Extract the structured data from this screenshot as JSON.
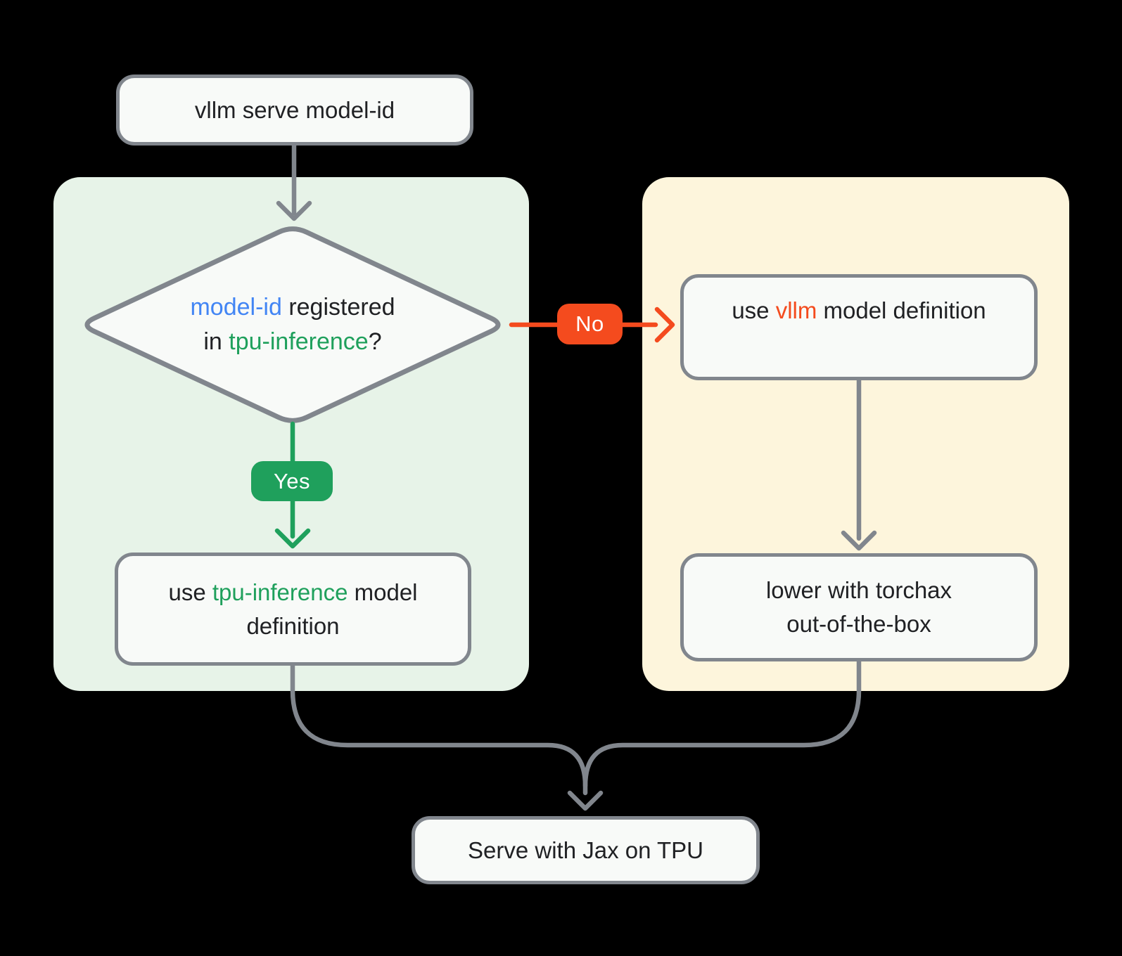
{
  "colors": {
    "background": "#000000",
    "panel_green": "#E7F3E8",
    "panel_yellow": "#FDF5DC",
    "node_fill": "#F8FAF8",
    "node_border": "#81868D",
    "arrow_gray": "#81868D",
    "accent_green": "#1FA05C",
    "accent_orange": "#F44B1E",
    "accent_blue": "#4285F4",
    "text_dark": "#202124",
    "badge_text": "#FFFFFF"
  },
  "nodes": {
    "start": {
      "label": "vllm serve model-id"
    },
    "decision": {
      "l1_model_id": "model-id",
      "l1_rest": " registered",
      "l2_in": "in ",
      "l2_tpu": "tpu-inference",
      "l2_q": "?"
    },
    "yes_badge": {
      "label": "Yes"
    },
    "no_badge": {
      "label": "No"
    },
    "tpu_result": {
      "l1_use": "use ",
      "l1_tpu": "tpu-inference",
      "l1_rest": " model",
      "l2": "definition"
    },
    "vllm_result": {
      "use": "use ",
      "vllm": "vllm",
      "rest": " model definition"
    },
    "torchax": {
      "l1": "lower with torchax",
      "l2": "out-of-the-box"
    },
    "end": {
      "label": "Serve with Jax on TPU"
    }
  }
}
